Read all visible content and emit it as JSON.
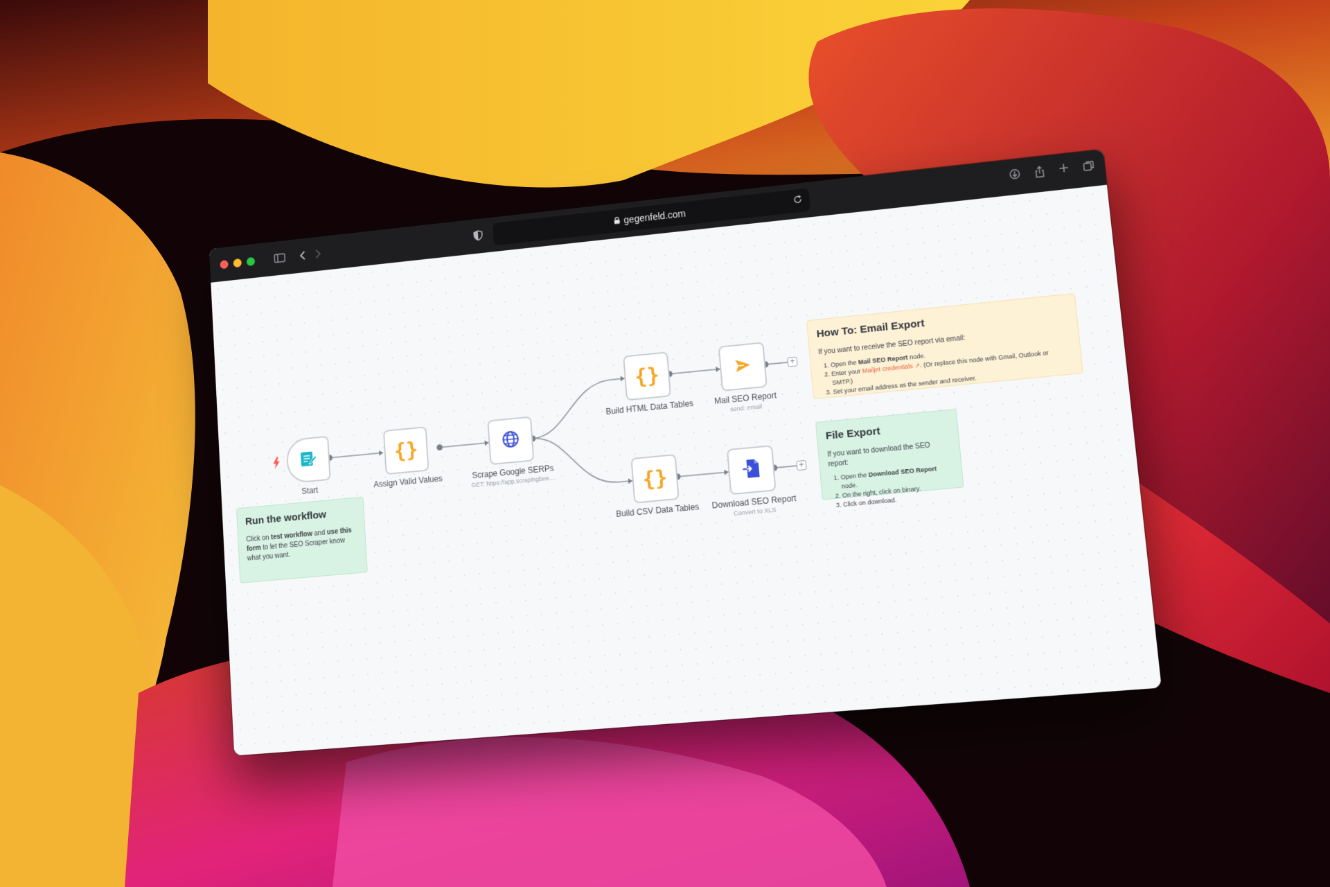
{
  "browser": {
    "url": "gegenfeld.com"
  },
  "workflow": {
    "nodes": {
      "start": {
        "label": "Start"
      },
      "assign": {
        "label": "Assign Valid Values"
      },
      "scrape": {
        "label": "Scrape Google SERPs",
        "sub": "GET: https://app.scrapingbee...."
      },
      "html": {
        "label": "Build HTML Data Tables"
      },
      "mail": {
        "label": "Mail SEO Report",
        "sub": "send: email"
      },
      "csv": {
        "label": "Build CSV Data Tables"
      },
      "download": {
        "label": "Download SEO Report",
        "sub": "Convert to XLS"
      }
    },
    "notes": {
      "run": {
        "title": "Run the workflow",
        "t1": "Click on ",
        "b1": "test workflow",
        "t2": " and ",
        "b2": "use this form",
        "t3": " to let the SEO Scraper know what you want."
      },
      "email": {
        "title": "How To: Email Export",
        "intro": "If you want to receive the SEO report via email:",
        "s1a": "Open the ",
        "s1b": "Mail SEO Report",
        "s1c": " node.",
        "s2a": "Enter your ",
        "s2b": "Mailjet credentials ↗",
        "s2c": ". (Or replace this node with Gmail, Outlook or SMTP.)",
        "s3": "Set your email address as the sender and receiver."
      },
      "file": {
        "title": "File Export",
        "intro": "If you want to download the SEO report:",
        "s1a": "Open the ",
        "s1b": "Download SEO Report",
        "s1c": " node.",
        "s2": "On the right, click on binary.",
        "s3": "Click on download."
      }
    }
  },
  "colors": {
    "trigger_bolt": "#ff5a4e",
    "braces": "#f5a623",
    "globe": "#3b4fd8",
    "send": "#f5a623",
    "doc": "#3b4fd8",
    "form": "#1ab7c9"
  }
}
